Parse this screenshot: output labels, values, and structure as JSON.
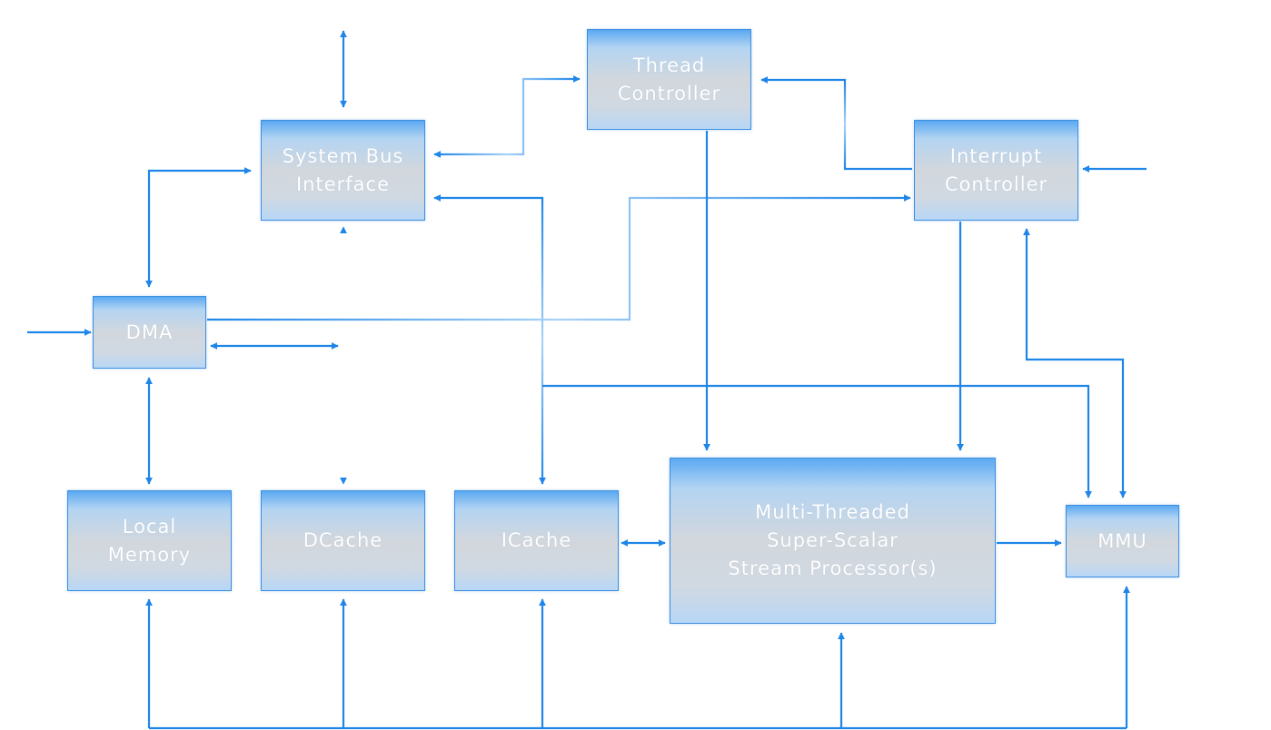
{
  "blocks": {
    "system_bus_interface": {
      "label": "System Bus\nInterface"
    },
    "thread_controller": {
      "label": "Thread\nController"
    },
    "interrupt_controller": {
      "label": "Interrupt\nController"
    },
    "dma": {
      "label": "DMA"
    },
    "local_memory": {
      "label": "Local\nMemory"
    },
    "dcache": {
      "label": "DCache"
    },
    "icache": {
      "label": "ICache"
    },
    "stream_processor": {
      "label": "Multi-Threaded\nSuper-Scalar\nStream Processor(s)"
    },
    "mmu": {
      "label": "MMU"
    }
  },
  "colors": {
    "arrow": "#1f86e8",
    "block_border": "#3d8fe0",
    "block_label": "#ffffff"
  }
}
